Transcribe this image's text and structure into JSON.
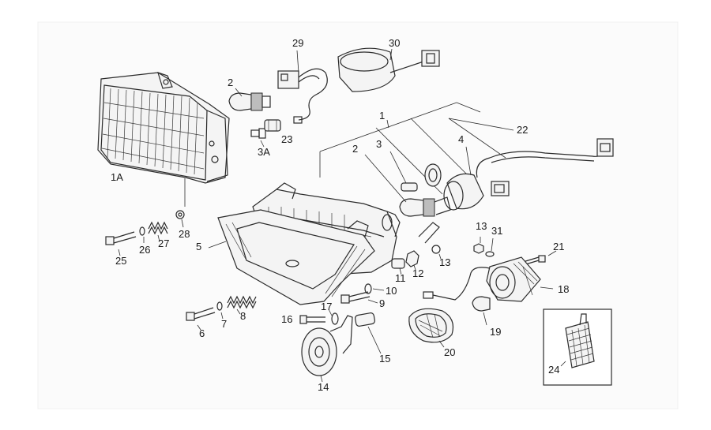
{
  "labels": {
    "l1": "1",
    "l1a": "1A",
    "l2a": "2",
    "l2b": "2",
    "l3": "3",
    "l3a": "3A",
    "l4": "4",
    "l5": "5",
    "l6": "6",
    "l7": "7",
    "l8": "8",
    "l9": "9",
    "l10": "10",
    "l11": "11",
    "l12": "12",
    "l13a": "13",
    "l13b": "13",
    "l14": "14",
    "l15": "15",
    "l16": "16",
    "l17": "17",
    "l18": "18",
    "l19": "19",
    "l20": "20",
    "l21": "21",
    "l22": "22",
    "l23": "23",
    "l24": "24",
    "l25": "25",
    "l26": "26",
    "l27": "27",
    "l28": "28",
    "l29": "29",
    "l30": "30",
    "l31": "31"
  }
}
